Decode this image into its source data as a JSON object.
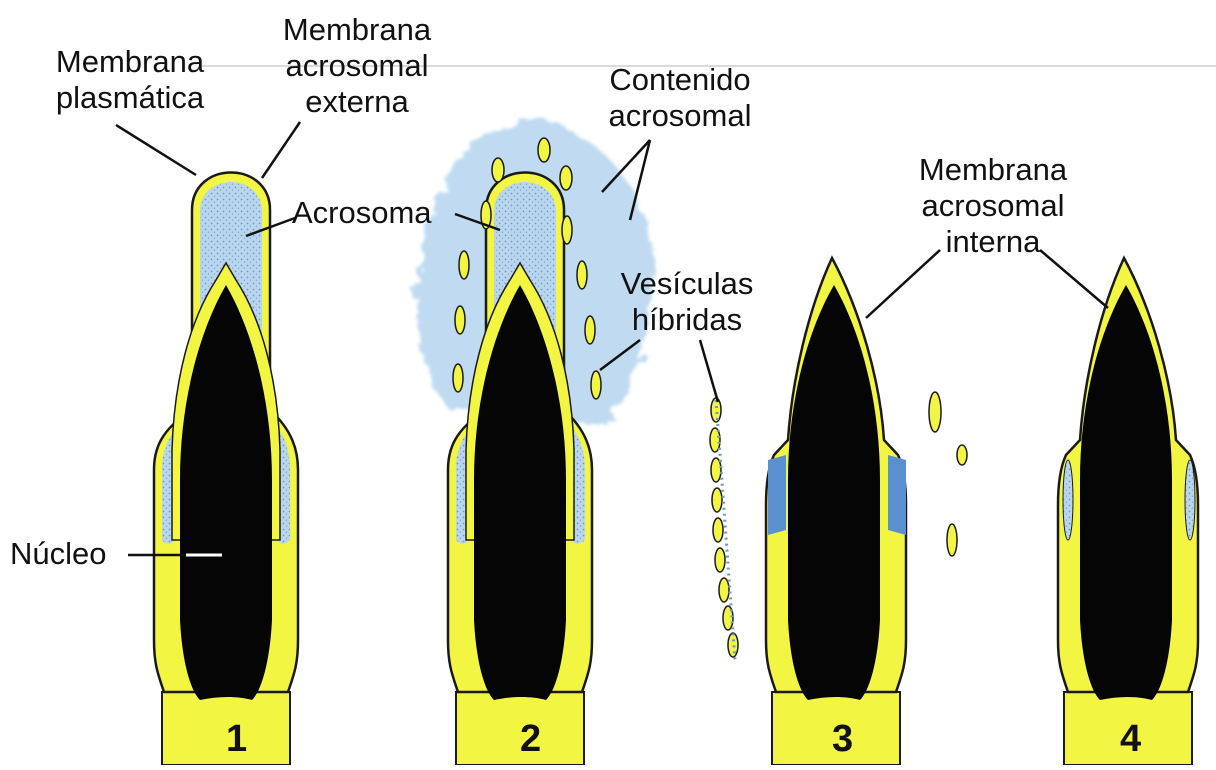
{
  "diagram": {
    "colors": {
      "membrane": "#f2f542",
      "membrane_edge": "#1a1a1a",
      "nucleus": "#050505",
      "acrosome": "#a8cce8",
      "acrosome_dots": "#5f8fbf",
      "inner_membrane_blue": "#5a8fd0",
      "background": "#ffffff"
    },
    "labels": {
      "membrana_plasmatica": [
        "Membrana",
        "plasmática"
      ],
      "membrana_acrosomal_externa": [
        "Membrana",
        "acrosomal",
        "externa"
      ],
      "acrosoma": "Acrosoma",
      "contenido_acrosomal": [
        "Contenido",
        "acrosomal"
      ],
      "vesiculas_hibridas": [
        "Vesículas",
        "híbridas"
      ],
      "membrana_acrosomal_interna": [
        "Membrana",
        "acrosomal",
        "interna"
      ],
      "nucleo": "Núcleo"
    },
    "stages": [
      "1",
      "2",
      "3",
      "4"
    ]
  }
}
